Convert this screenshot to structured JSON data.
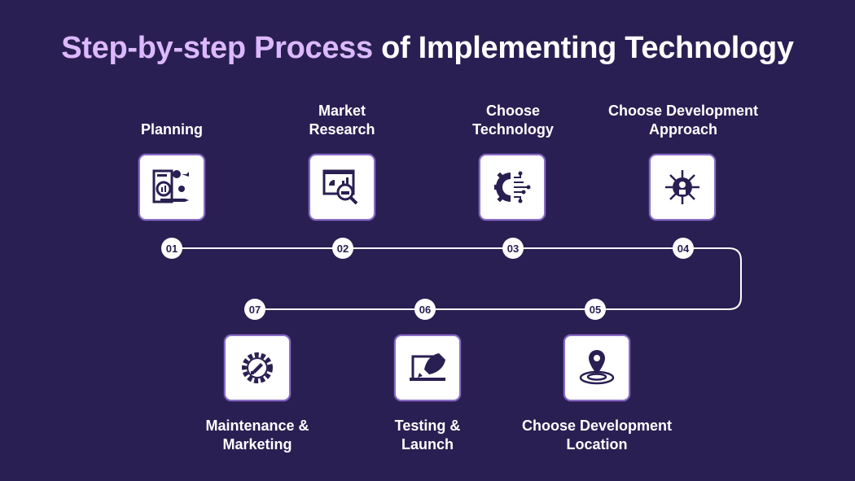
{
  "title": {
    "highlight": "Step-by-step Process",
    "rest": " of Implementing Technology"
  },
  "colors": {
    "background": "#2a1f52",
    "accent": "#dcb9ff"
  },
  "steps": [
    {
      "num": "01",
      "label": "Planning",
      "icon": "planning-icon"
    },
    {
      "num": "02",
      "label": "Market Research",
      "icon": "market-research-icon"
    },
    {
      "num": "03",
      "label": "Choose Technology",
      "icon": "technology-gear-icon"
    },
    {
      "num": "04",
      "label": "Choose Development Approach",
      "icon": "development-approach-icon"
    },
    {
      "num": "05",
      "label": "Choose Development Location",
      "icon": "location-pin-icon"
    },
    {
      "num": "06",
      "label": "Testing & Launch",
      "icon": "rocket-launch-icon"
    },
    {
      "num": "07",
      "label": "Maintenance & Marketing",
      "icon": "maintenance-gear-icon"
    }
  ]
}
